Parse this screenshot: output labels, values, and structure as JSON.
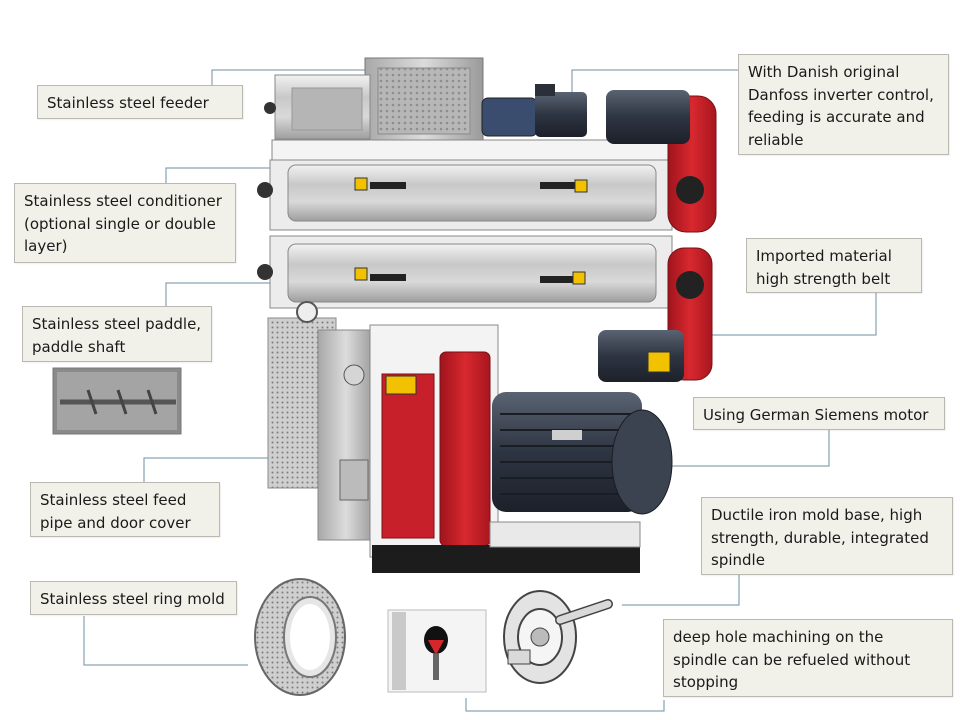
{
  "labels": {
    "feeder": [
      "Stainless steel feeder"
    ],
    "conditioner": [
      "Stainless steel conditioner",
      "(optional single or double",
      "layer)"
    ],
    "paddle": [
      "Stainless steel paddle,",
      "paddle shaft"
    ],
    "feed_pipe": [
      "Stainless steel feed",
      "pipe and door cover"
    ],
    "ring_mold": [
      "Stainless steel ring mold"
    ],
    "danfoss": [
      "With Danish original",
      "Danfoss inverter control,",
      "feeding is accurate and",
      "reliable"
    ],
    "belt": [
      "Imported material",
      "high strength belt"
    ],
    "siemens": [
      "Using German Siemens motor"
    ],
    "mold_base": [
      "Ductile iron mold base, high",
      "strength, durable, integrated",
      "spindle"
    ],
    "spindle": [
      "deep hole machining on the",
      "spindle can be refueled without",
      "stopping"
    ]
  },
  "colors": {
    "label_bg": "#f1f1ea",
    "leader_line": "#6f8fa6",
    "machine_red": "#c8202a",
    "steel": "#c9c9c9",
    "motor_dark": "#2c3340"
  }
}
